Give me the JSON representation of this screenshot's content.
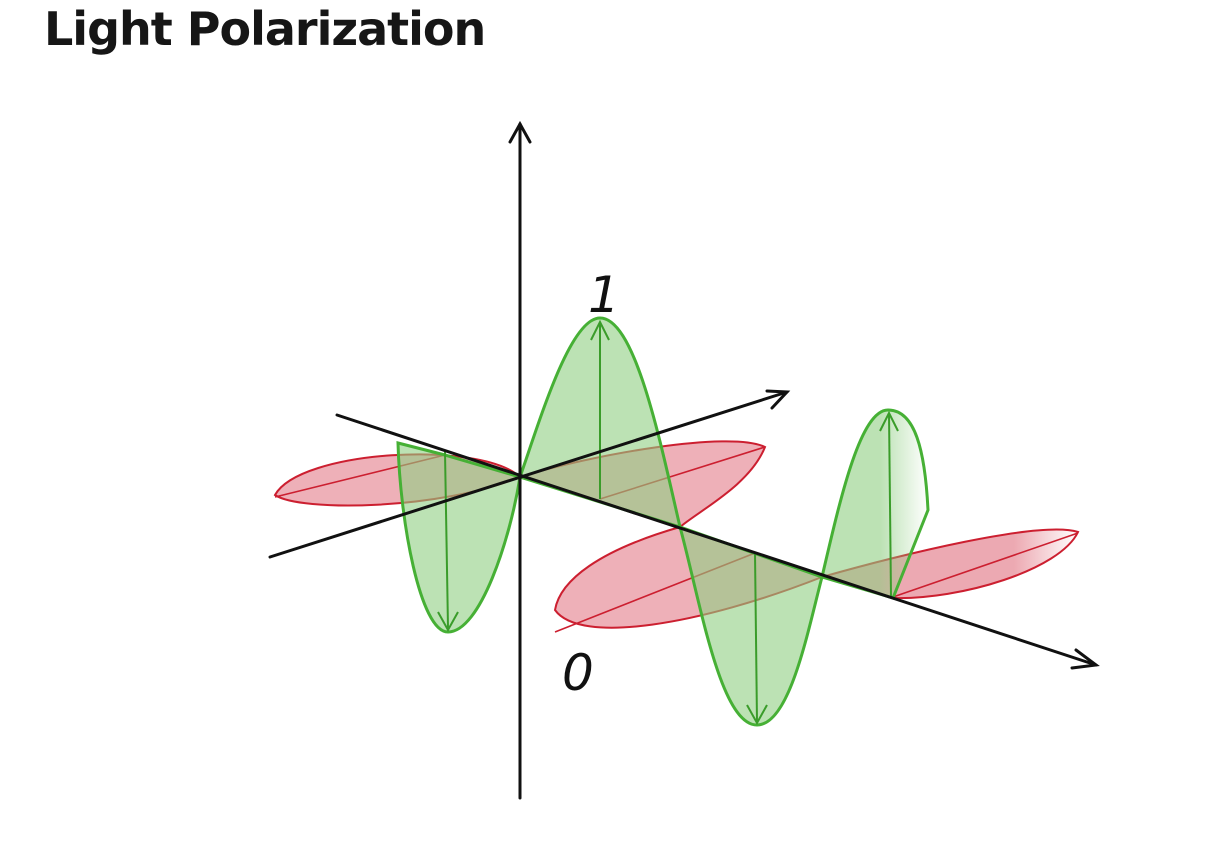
{
  "title": "Light Polarization",
  "diagram": {
    "label_top": "1",
    "label_bottom": "0"
  },
  "colors": {
    "electric_wave": "#46b035",
    "electric_fill": "#9bd48e",
    "magnetic_wave": "#cc1f30",
    "magnetic_fill": "#eb8e9a",
    "axes": "#111111"
  }
}
